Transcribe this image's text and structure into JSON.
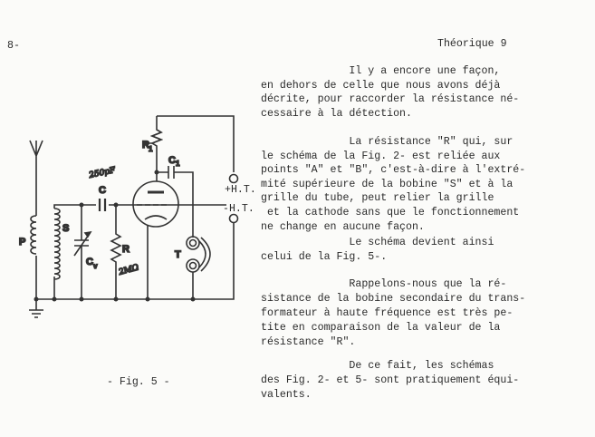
{
  "header": {
    "page_left": "8-",
    "page_right": "Théorique 9"
  },
  "paragraphs": [
    [
      "              Il y a encore une façon,",
      "en dehors de celle que nous avons déjà",
      "décrite, pour raccorder la résistance né-",
      "cessaire à la détection."
    ],
    [
      "              La résistance \"R\" qui, sur",
      "le schéma de la Fig. 2- est reliée aux",
      "points \"A\" et \"B\", c'est-à-dire à l'extré-",
      "mité supérieure de la bobine \"S\" et à la",
      "grille du tube, peut relier la grille",
      " et la cathode sans que le fonctionnement",
      "ne change en aucune façon."
    ],
    [
      "              Le schéma devient ainsi",
      "celui de la Fig. 5-."
    ],
    [
      "              Rappelons-nous que la ré-",
      "sistance de la bobine secondaire du trans-",
      "formateur à haute fréquence est très pe-",
      "tite en comparaison de la valeur de la",
      "résistance \"R\"."
    ],
    [
      "              De ce fait, les schémas",
      "des Fig. 2- et 5- sont pratiquement équi-",
      "valents."
    ]
  ],
  "figure": {
    "caption": "- Fig. 5 -",
    "labels": {
      "P": "P",
      "S": "S",
      "C": "C",
      "Cv": "C",
      "Cv_sub": "v",
      "R": "R",
      "R1": "R",
      "R1_sub": "1",
      "C1": "C",
      "C1_sub": "1",
      "T": "T",
      "plus_ht": "+H.T.",
      "minus_ht": "-H.T."
    },
    "handwritten": {
      "capacitor": "250pF",
      "resistor": "2MΩ"
    }
  }
}
